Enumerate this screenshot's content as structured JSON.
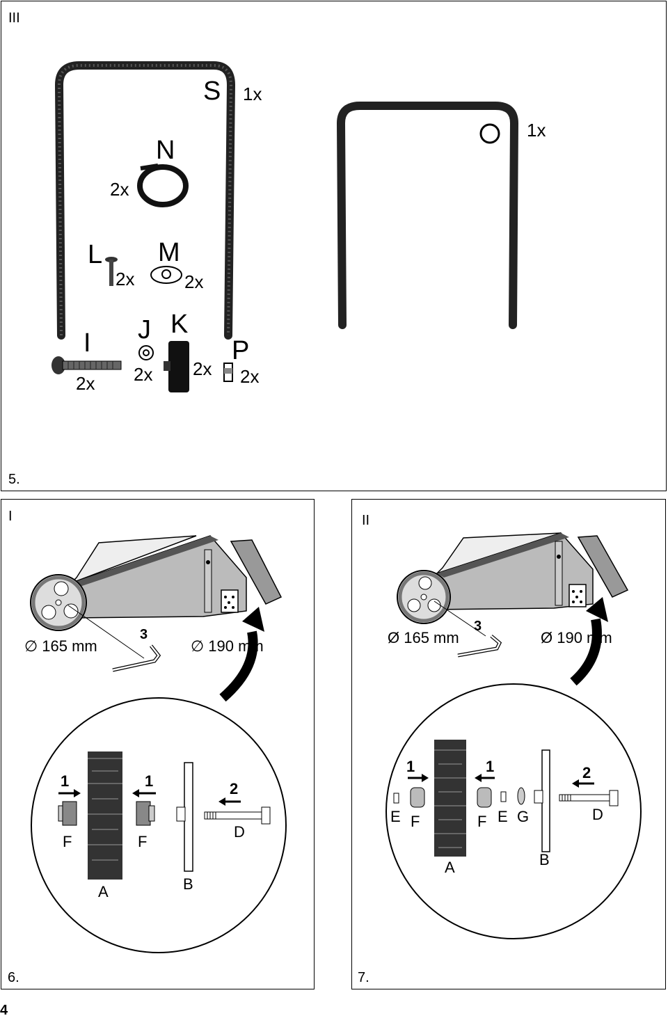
{
  "panel_top": {
    "roman": "III",
    "step": "5.",
    "part_S": "S",
    "qty_S": "1x",
    "qty_O": "1x",
    "part_N": "N",
    "qty_N": "2x",
    "part_L": "L",
    "qty_L": "2x",
    "part_M": "M",
    "qty_M": "2x",
    "part_I": "I",
    "qty_I": "2x",
    "part_J": "J",
    "qty_J": "2x",
    "part_K": "K",
    "qty_K": "2x",
    "part_P": "P",
    "qty_P": "2x"
  },
  "panel_left": {
    "roman": "I",
    "step": "6.",
    "dia_small": "∅ 165 mm",
    "dia_large": "∅ 190 mm",
    "hex": "3",
    "step1a": "1",
    "step1b": "1",
    "step2": "2",
    "part_F1": "F",
    "part_F2": "F",
    "part_A": "A",
    "part_B": "B",
    "part_D": "D"
  },
  "panel_right": {
    "roman": "II",
    "step": "7.",
    "dia_small": "Ø 165 mm",
    "dia_large": "Ø 190 mm",
    "hex": "3",
    "step1a": "1",
    "step1b": "1",
    "step2": "2",
    "part_E1": "E",
    "part_F1": "F",
    "part_F2": "F",
    "part_E2": "E",
    "part_G": "G",
    "part_D": "D",
    "part_A": "A",
    "part_B": "B"
  },
  "page_number": "4"
}
